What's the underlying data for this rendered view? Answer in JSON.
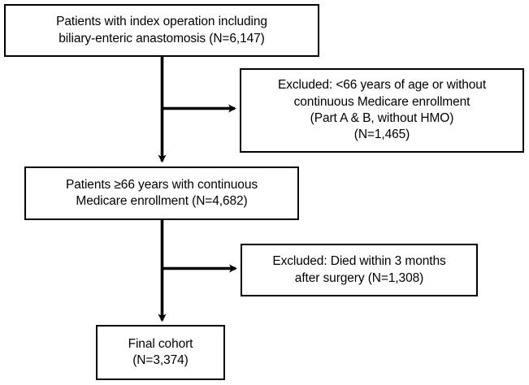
{
  "diagram": {
    "title": "Patient cohort selection flow diagram",
    "type": "flowchart",
    "stroke_color": "#000000",
    "background_color": "#ffffff",
    "nodes": {
      "cohort_initial": {
        "text": "Patients with index operation including\nbiliary-enteric anastomosis (N=6,147)",
        "line1": "Patients with index operation including",
        "line2": "biliary-enteric anastomosis (N=6,147)",
        "count": "6,147"
      },
      "exclusion_age": {
        "text": "Excluded: <66 years of age or without\ncontinuous Medicare enrollment\n(Part A & B, without HMO)\n(N=1,465)",
        "line1": "Excluded: <66 years of age or without",
        "line2": "continuous Medicare enrollment",
        "line3": "(Part A & B, without HMO)",
        "line4": "(N=1,465)",
        "count": "1,465"
      },
      "cohort_eligible": {
        "text": "Patients ≥66 years with continuous\nMedicare enrollment (N=4,682)",
        "line1": "Patients ≥66 years with continuous",
        "line2": "Medicare enrollment (N=4,682)",
        "count": "4,682"
      },
      "exclusion_died": {
        "text": "Excluded: Died within 3 months\nafter surgery (N=1,308)",
        "line1": "Excluded: Died within 3 months",
        "line2": "after surgery (N=1,308)",
        "count": "1,308"
      },
      "cohort_final": {
        "text": "Final cohort\n(N=3,374)",
        "line1": "Final cohort",
        "line2": "(N=3,374)",
        "count": "3,374"
      }
    },
    "connectors": [
      {
        "name": "spine-initial-to-eligible",
        "from": "cohort_initial",
        "to": "cohort_eligible",
        "direction": "down"
      },
      {
        "name": "branch-to-exclusion-age",
        "from": "cohort_initial",
        "to": "exclusion_age",
        "direction": "right"
      },
      {
        "name": "spine-eligible-to-final",
        "from": "cohort_eligible",
        "to": "cohort_final",
        "direction": "down"
      },
      {
        "name": "branch-to-exclusion-died",
        "from": "cohort_eligible",
        "to": "exclusion_died",
        "direction": "right"
      }
    ]
  }
}
